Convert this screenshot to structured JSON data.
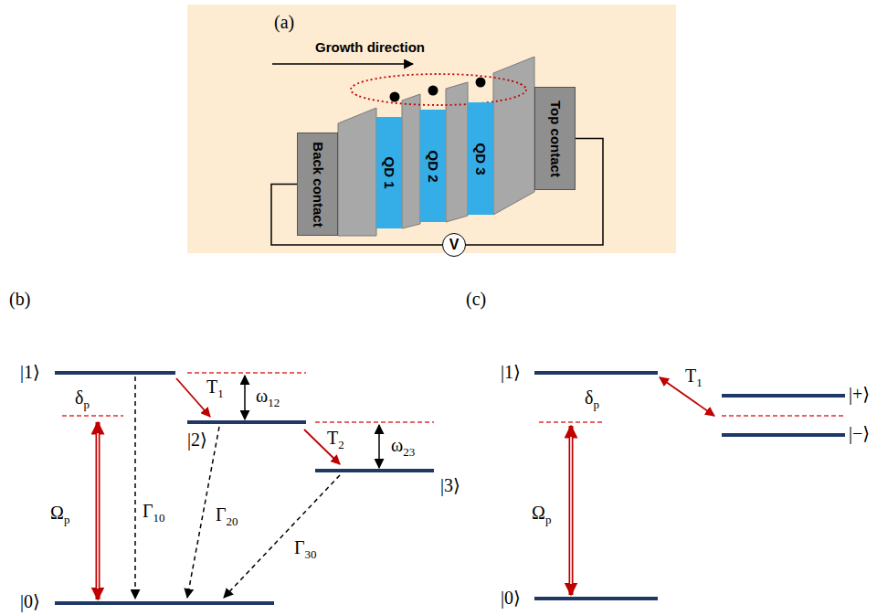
{
  "diagram": {
    "nodes": [
      {
        "text": [
          "(a)",
          "Growth direction"
        ]
      },
      {
        "text": [
          "Back contact"
        ],
        "in": 0
      },
      {
        "text": [
          "QD 1"
        ],
        "in": 0
      },
      {
        "text": [
          "QD 2"
        ],
        "in": 0
      },
      {
        "text": [
          "QD 3"
        ],
        "in": 0
      },
      {
        "text": [
          "Top contact"
        ],
        "in": 0
      },
      {
        "text": [
          "V"
        ],
        "in": 0
      }
    ],
    "edges": [
      {
        "from": 1,
        "to": 6,
        "arrow": "none"
      },
      {
        "from": 6,
        "to": 5,
        "arrow": "none"
      }
    ],
    "labels": [
      "(b)",
      "|1⟩",
      "δp",
      "Ωp",
      "Γ10",
      "T1",
      "ω12",
      "|2⟩",
      "Γ20",
      "T2",
      "ω23",
      "|3⟩",
      "Γ30",
      "|0⟩",
      "(c)",
      "|1⟩",
      "δp",
      "Ωp",
      "|0⟩",
      "T1",
      "|+⟩",
      "|−⟩"
    ]
  }
}
